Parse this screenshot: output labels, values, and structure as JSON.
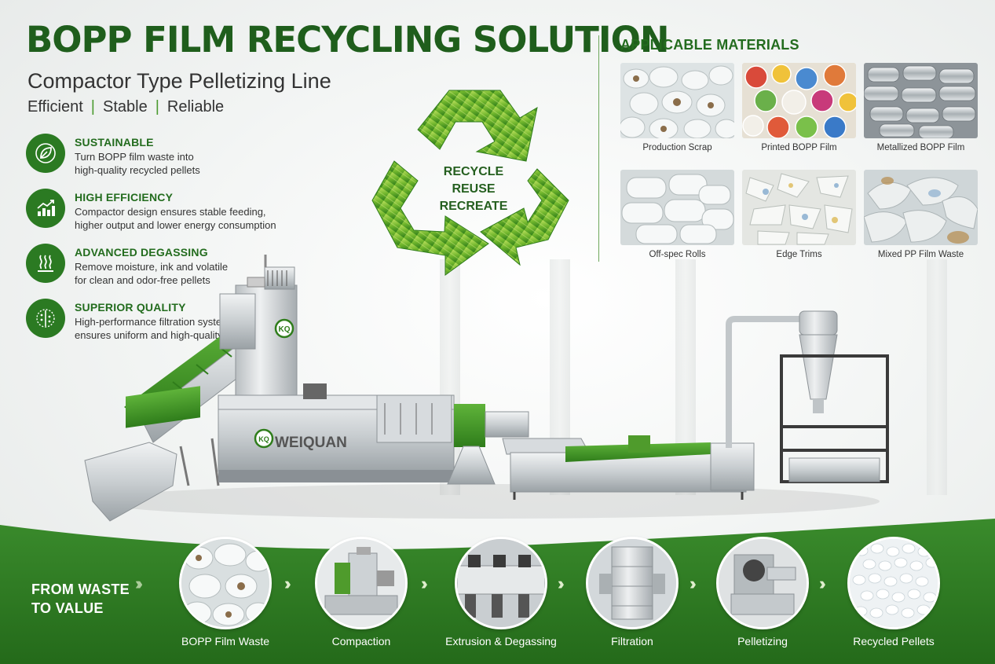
{
  "header": {
    "title": "BOPP FILM RECYCLING SOLUTION",
    "subtitle": "Compactor Type Pelletizing Line",
    "tagline": [
      "Efficient",
      "Stable",
      "Reliable"
    ]
  },
  "features": [
    {
      "icon": "leaf-icon",
      "title": "SUSTAINABLE",
      "line1": "Turn BOPP film waste into",
      "line2": "high-quality recycled pellets"
    },
    {
      "icon": "growth-chart-icon",
      "title": "HIGH EFFICIENCY",
      "line1": "Compactor design ensures stable feeding,",
      "line2": "higher output and lower energy consumption"
    },
    {
      "icon": "steam-icon",
      "title": "ADVANCED DEGASSING",
      "line1": "Remove moisture, ink and volatile",
      "line2": "for clean and odor-free pellets"
    },
    {
      "icon": "filter-icon",
      "title": "SUPERIOR QUALITY",
      "line1": "High-performance filtration system",
      "line2": "ensures uniform and high-quality pellets"
    }
  ],
  "recycle": {
    "words": [
      "RECYCLE",
      "REUSE",
      "RECREATE"
    ]
  },
  "materials": {
    "title": "APPLICABLE MATERIALS",
    "items": [
      {
        "label": "Production Scrap"
      },
      {
        "label": "Printed BOPP Film"
      },
      {
        "label": "Metallized BOPP Film"
      },
      {
        "label": "Off-spec Rolls"
      },
      {
        "label": "Edge Trims"
      },
      {
        "label": "Mixed PP Film Waste"
      }
    ]
  },
  "machine": {
    "brand": "WEIQUAN",
    "logo": "KQ"
  },
  "process": {
    "title_line1": "FROM WASTE",
    "title_line2": "TO VALUE",
    "steps": [
      {
        "label": "BOPP Film Waste"
      },
      {
        "label": "Compaction"
      },
      {
        "label": "Extrusion & Degassing"
      },
      {
        "label": "Filtration"
      },
      {
        "label": "Pelletizing"
      },
      {
        "label": "Recycled Pellets"
      }
    ]
  },
  "colors": {
    "brand_green": "#2b7a22",
    "title_green": "#1f5e1c",
    "band_green": "#2f7a24"
  }
}
